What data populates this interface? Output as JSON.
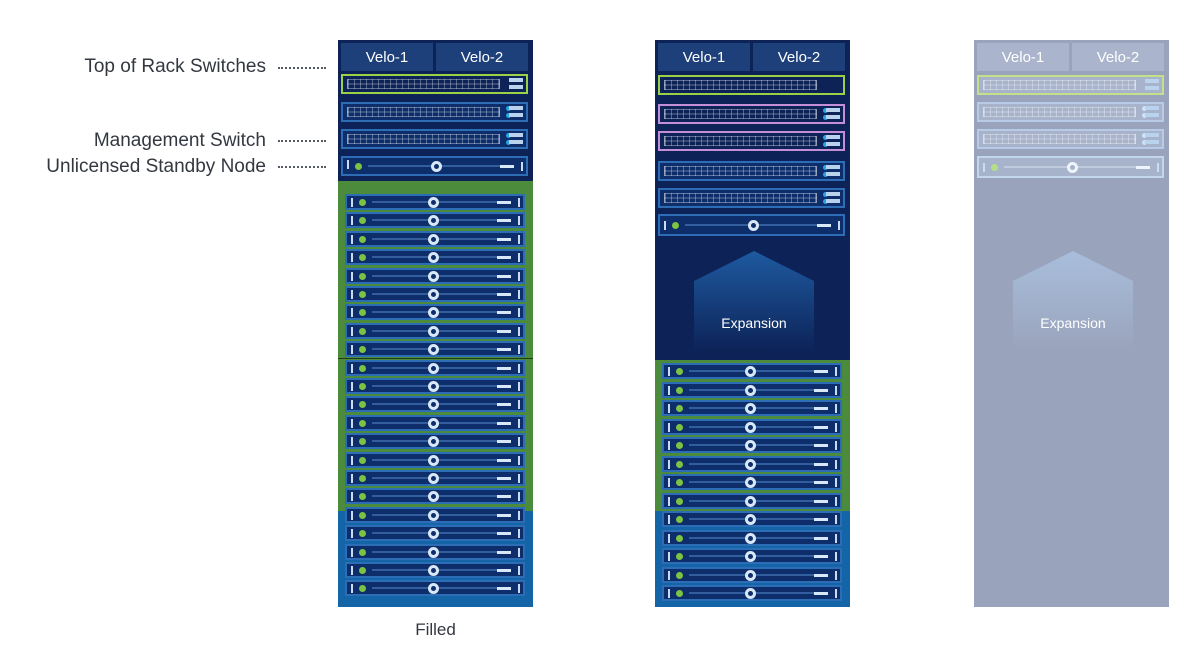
{
  "labels": {
    "top_of_rack": "Top of Rack Switches",
    "management": "Management Switch",
    "standby": "Unlicensed Standby Node"
  },
  "caption": "Filled",
  "racks": [
    {
      "id": "filled",
      "velo": [
        "Velo-1",
        "Velo-2"
      ]
    },
    {
      "id": "expansion",
      "velo": [
        "Velo-1",
        "Velo-2"
      ],
      "expansion_label": "Expansion"
    },
    {
      "id": "faded",
      "velo": [
        "Velo-1",
        "Velo-2"
      ],
      "expansion_label": "Expansion"
    }
  ],
  "colors": {
    "rack_navy": "#0d2358",
    "green_band": "#4c8a3c",
    "blue_band": "#1464a8",
    "tor_border": "#9bd146",
    "mgmt_border": "#c58fd8",
    "faded_rack": "#9aa3bc"
  }
}
